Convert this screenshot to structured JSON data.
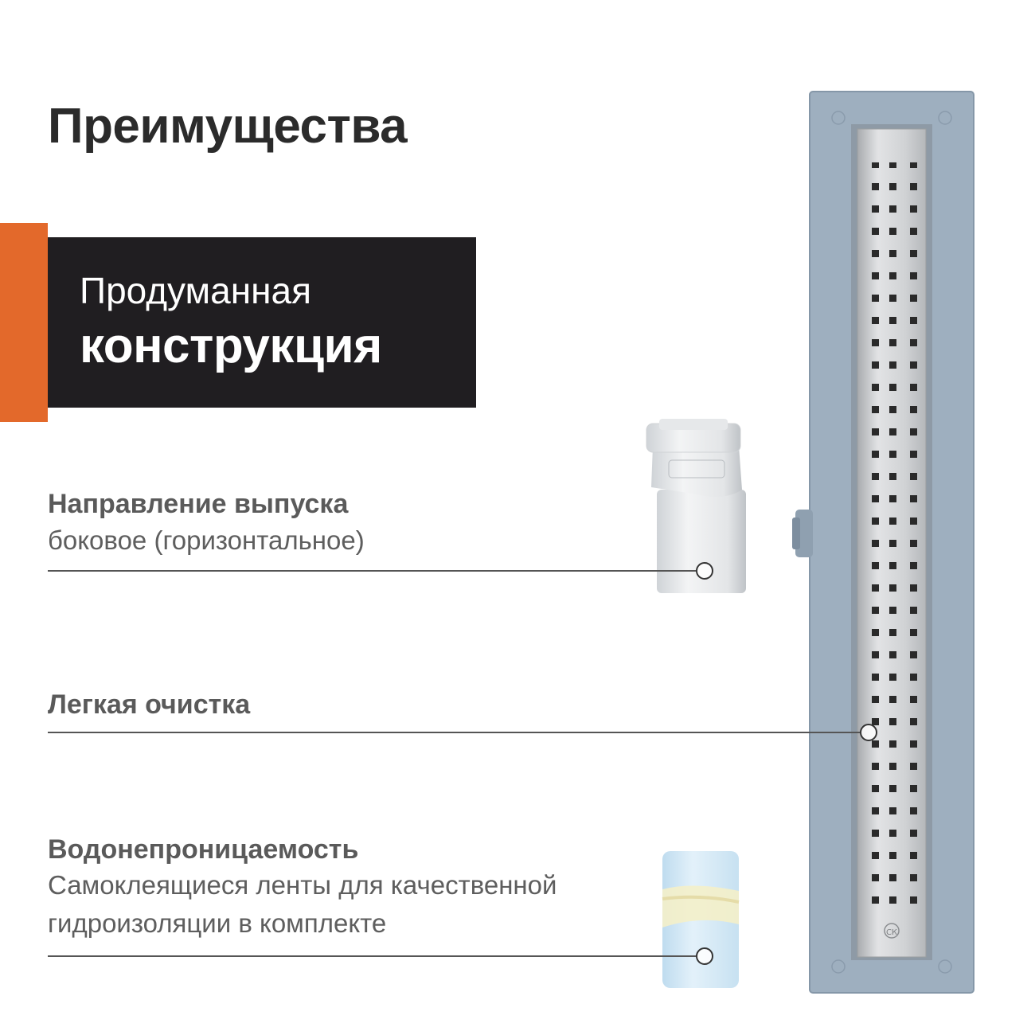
{
  "header": {
    "title": "Преимущества"
  },
  "banner": {
    "line1": "Продуманная",
    "line2": "конструкция"
  },
  "features": [
    {
      "title": "Направление выпуска",
      "text": "боковое (горизонтальное)"
    },
    {
      "title": "Легкая очистка",
      "text": ""
    },
    {
      "title": "Водонепроницаемость",
      "text_line1": "Самоклеящиеся ленты для качественной",
      "text_line2": "гидроизоляции в комплекте"
    }
  ],
  "colors": {
    "accent": "#e3692b",
    "banner_bg": "#201e21",
    "tray": "#9eafbf",
    "grate": "#d5d6d8"
  },
  "product": {
    "logo_letters": "СК"
  }
}
